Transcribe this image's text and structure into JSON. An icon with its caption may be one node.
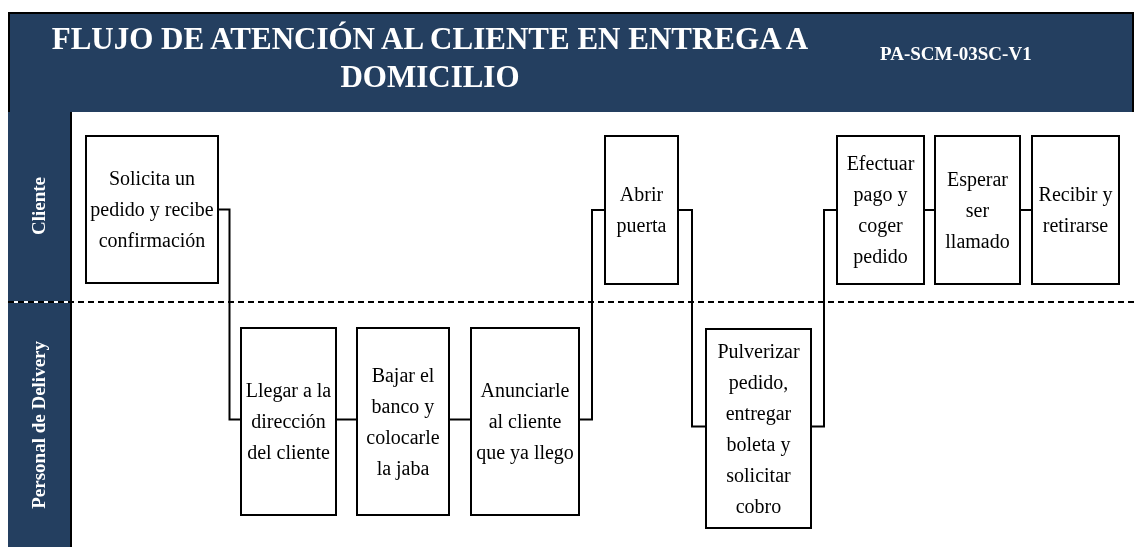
{
  "diagram": {
    "title": "FLUJO DE ATENCIÓN AL CLIENTE EN ENTREGA A DOMICILIO",
    "nodes": [
      {
        "text": [
          "Cliente"
        ]
      },
      {
        "text": [
          "Personal de Delivery"
        ]
      },
      {
        "text": [
          "Solicita un pedido y recibe confirmación"
        ],
        "in": 0
      },
      {
        "text": [
          "Llegar a la dirección del cliente"
        ],
        "in": 1
      },
      {
        "text": [
          "Bajar el banco y colocarle la jaba"
        ],
        "in": 1
      },
      {
        "text": [
          "Anunciarle al cliente que ya llego"
        ],
        "in": 1
      },
      {
        "text": [
          "Abrir puerta"
        ],
        "in": 0
      },
      {
        "text": [
          "Pulverizar pedido, entregar boleta y solicitar cobro"
        ],
        "in": 1
      },
      {
        "text": [
          "Efectuar pago y coger pedido"
        ],
        "in": 0
      },
      {
        "text": [
          "Esperar ser llamado"
        ],
        "in": 0
      },
      {
        "text": [
          "Recibir y retirarse"
        ],
        "in": 0
      }
    ],
    "edges": [
      {
        "from": 2,
        "to": 3,
        "arrow": "none"
      },
      {
        "from": 3,
        "to": 4,
        "arrow": "none"
      },
      {
        "from": 4,
        "to": 5,
        "arrow": "none"
      },
      {
        "from": 5,
        "to": 6,
        "arrow": "none"
      },
      {
        "from": 6,
        "to": 7,
        "arrow": "none"
      },
      {
        "from": 7,
        "to": 8,
        "arrow": "none"
      },
      {
        "from": 8,
        "to": 9,
        "arrow": "none"
      },
      {
        "from": 9,
        "to": 10,
        "arrow": "none"
      }
    ],
    "labels": [
      "PA-SCM-03SC-V1"
    ]
  }
}
